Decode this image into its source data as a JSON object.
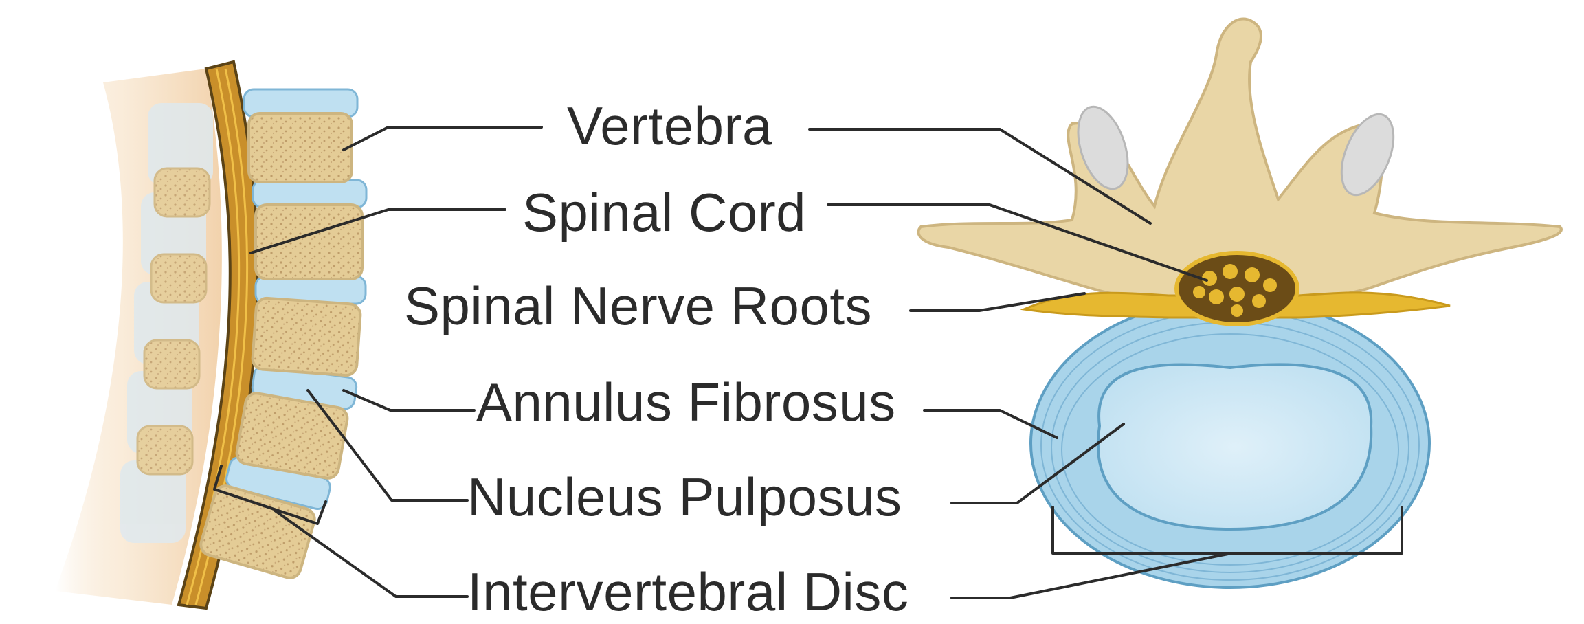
{
  "diagram": {
    "labels": {
      "vertebra": "Vertebra",
      "spinal_cord": "Spinal Cord",
      "spinal_nerve_roots": "Spinal Nerve Roots",
      "annulus_fibrosus": "Annulus Fibrosus",
      "nucleus_pulposus": "Nucleus Pulposus",
      "intervertebral_disc": "Intervertebral Disc"
    },
    "colors": {
      "bone": "#e9d6a6",
      "bone_outline": "#cdb580",
      "cancellous_spots": "#c9a878",
      "disc": "#a9d4ea",
      "disc_outline": "#5e9fc3",
      "nucleus": "#d3e9f4",
      "nerve": "#e6b830",
      "cord_dark": "#5b4316",
      "soft_tissue": "#f4d9b9",
      "text": "#2b2b2b"
    }
  }
}
